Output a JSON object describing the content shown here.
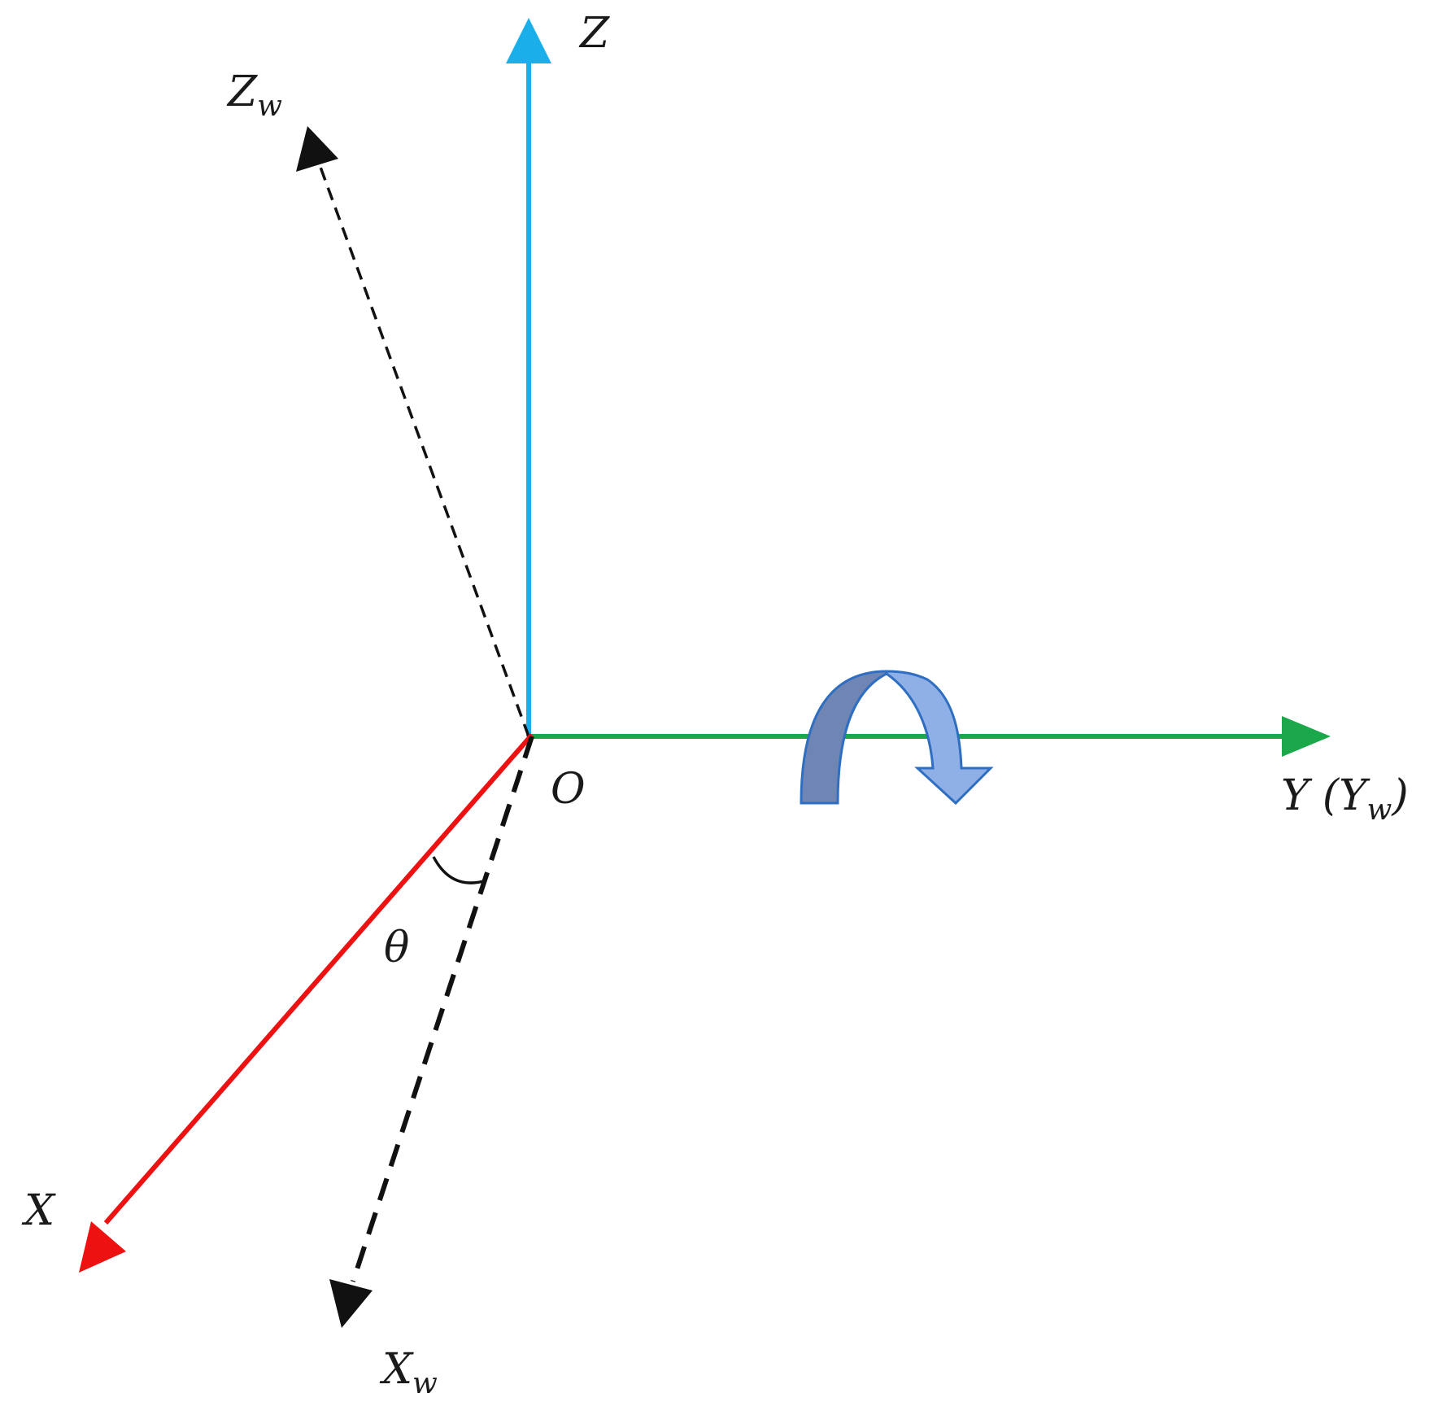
{
  "labels": {
    "z": "Z",
    "zw_main": "Z",
    "zw_sub": "w",
    "y_main": "Y (Y",
    "y_sub": "w",
    "y_close": ")",
    "origin": "O",
    "theta": "θ",
    "x": "X",
    "xw_main": "X",
    "xw_sub": "w"
  },
  "colors": {
    "z_axis": "#1aaeea",
    "y_axis": "#1aa84a",
    "x_axis": "#ee1111",
    "world_axes": "#111111",
    "rotation_arrow_back": "#6f85b4",
    "rotation_arrow_front": "#8fb0e6",
    "rotation_arrow_outline": "#2f6ec0"
  }
}
